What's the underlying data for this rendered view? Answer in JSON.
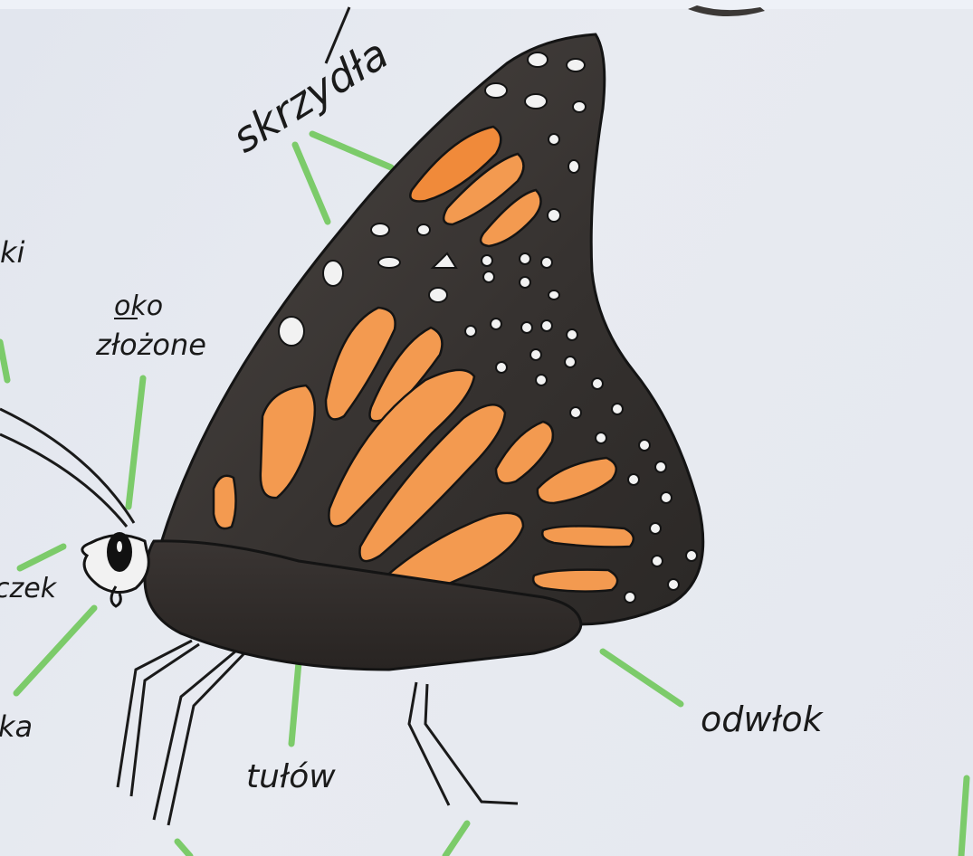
{
  "labels": {
    "wings": "skrzydła",
    "compound_eye_1": "oko",
    "compound_eye_2": "złożone",
    "abdomen": "odwłok",
    "thorax": "tułów",
    "partial_left_top": "ki",
    "partial_left_mid": "czek",
    "partial_left_bottom": "ka"
  },
  "colors": {
    "paper": "#e4e7ee",
    "wing_dark": "#3a3634",
    "wing_orange": "#f08a3a",
    "wing_orange_light": "#f3a15c",
    "leader_line": "#7ccb6a",
    "ink": "#1a1a1a"
  }
}
